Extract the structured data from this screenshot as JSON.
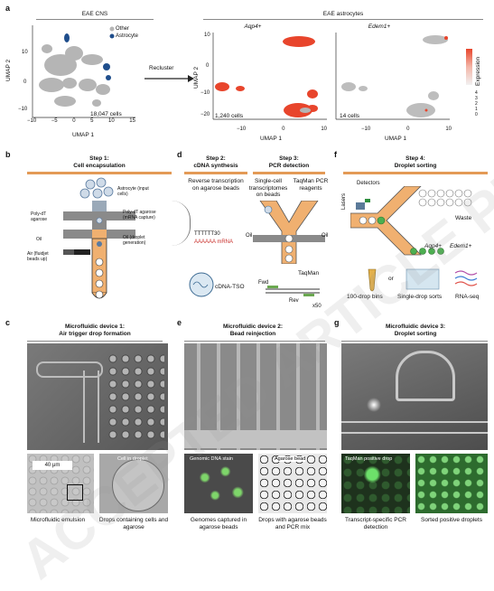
{
  "panels": {
    "a": {
      "letter": "a",
      "left_title": "EAE CNS",
      "legend_other": "Other",
      "legend_astrocyte": "Astrocyte",
      "left_count": "18,047 cells",
      "recluster": "Recluster",
      "right_title": "EAE astrocytes",
      "gene1": "Aqp4+",
      "gene2": "Edem1+",
      "count1": "1,240 cells",
      "count2": "14 cells",
      "umap1": "UMAP 1",
      "umap2": "UMAP 2",
      "expression": "Expression",
      "expr_ticks": [
        "0",
        "1",
        "2",
        "3",
        "4"
      ],
      "left_xticks": [
        "−10",
        "−5",
        "0",
        "5",
        "10",
        "15"
      ],
      "left_yticks": [
        "10",
        "0",
        "−10"
      ],
      "right_xticks": [
        "−10",
        "0",
        "10"
      ],
      "right_yticks": [
        "10",
        "0",
        "−10",
        "−20"
      ]
    },
    "b": {
      "letter": "b",
      "title1": "Step 1:",
      "title2": "Cell encapsulation",
      "astrocyte": "Astrocyte (input cells)",
      "polydt": "Poly-dT agarose",
      "polydt_r": "Poly-dT agarose (mRNA capture)",
      "oil_l": "Oil",
      "oil_r": "Oil (droplet generation)",
      "air": "Air (fluidjet beads up)"
    },
    "d": {
      "letter": "d",
      "step2a": "Step 2:",
      "step2b": "cDNA synthesis",
      "rt": "Reverse transcription on agarose beads",
      "tttt": "TTTTTT30",
      "aaaa": "AAAAAA mRNA",
      "cdna": "cDNA-TSO",
      "step3a": "Step 3:",
      "step3b": "PCR detection",
      "single": "Single-cell transcriptomes on beads",
      "taqman_r": "TaqMan PCR reagents",
      "oil": "Oil",
      "oil2": "Oil",
      "fwd": "Fwd",
      "rev": "Rev",
      "taqman": "TaqMan",
      "x50": "x50"
    },
    "f": {
      "letter": "f",
      "step4a": "Step 4:",
      "step4b": "Droplet sorting",
      "detectors": "Detectors",
      "lasers": "Lasers",
      "waste": "Waste",
      "gene1": "Aqp4+",
      "gene2": "Edem1+",
      "bins": "100-drop bins",
      "or1": "or",
      "sorts": "Single-drop sorts",
      "rnaseq": "RNA-seq"
    },
    "c": {
      "letter": "c",
      "title1": "Microfluidic device 1:",
      "title2": "Air trigger drop formation",
      "scale": "40 μm",
      "cell_in_droplet": "Cell in droplet",
      "cap1": "Microfluidic emulsion",
      "cap2": "Drops containing cells and agarose"
    },
    "e": {
      "letter": "e",
      "title1": "Microfluidic device 2:",
      "title2": "Bead reinjection",
      "genomic": "Genomic DNA stain",
      "agarose": "Agarose bead",
      "cap1": "Genomes captured in agarose beads",
      "cap2": "Drops with agarose beads and PCR mix"
    },
    "g": {
      "letter": "g",
      "title1": "Microfluidic device 3:",
      "title2": "Droplet sorting",
      "taqpos": "TaqMan positive drop",
      "cap1": "Transcript-specific PCR detection",
      "cap2": "Sorted positive droplets"
    }
  },
  "colors": {
    "astrocyte": "#1f4e8c",
    "other": "#b5b5b5",
    "expression_high": "#e8452c",
    "orange": "#e39a56"
  },
  "watermark": "ACCEPTED ARTICLE PREVIEW"
}
